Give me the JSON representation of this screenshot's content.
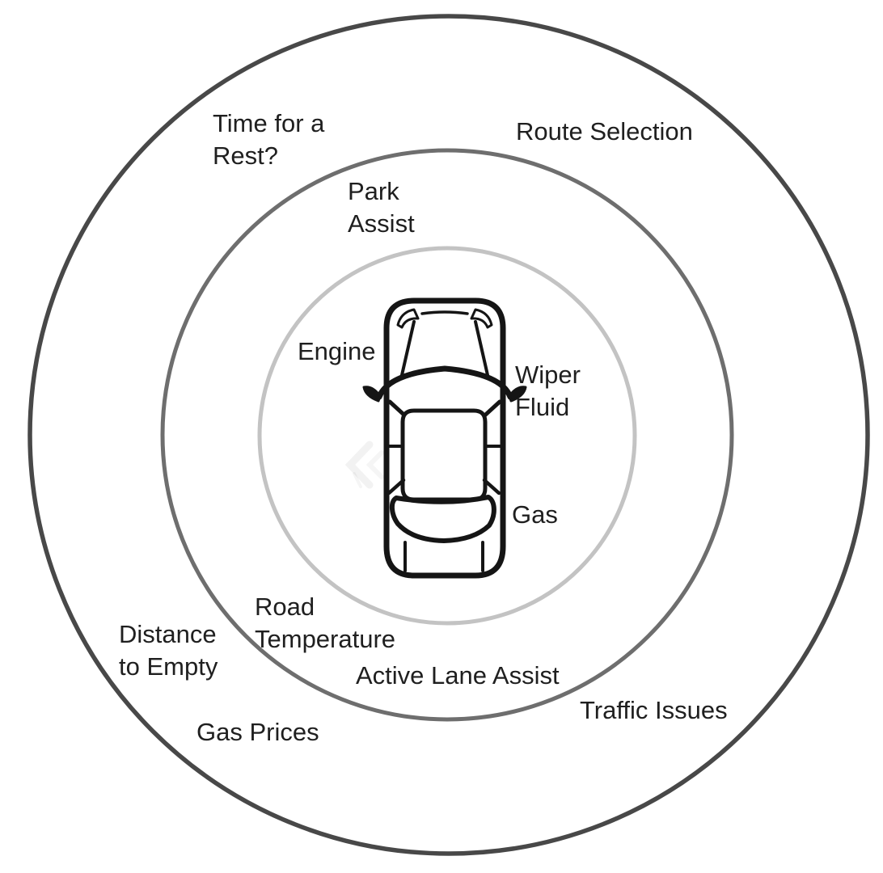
{
  "diagram": {
    "type": "concentric-rings",
    "background_color": "#ffffff",
    "text_color": "#1f1f1f",
    "center": {
      "icon": "car-top-view"
    },
    "rings": [
      {
        "name": "inner",
        "stroke_color": "#c3c3c3",
        "labels": {
          "engine": "Engine",
          "wiper_fluid": "Wiper\nFluid",
          "gas": "Gas"
        }
      },
      {
        "name": "middle",
        "stroke_color": "#6e6e6e",
        "labels": {
          "park_assist": "Park\nAssist",
          "road_temperature": "Road\nTemperature",
          "active_lane_assist": "Active Lane Assist"
        }
      },
      {
        "name": "outer",
        "stroke_color": "#484848",
        "labels": {
          "time_for_a_rest": "Time for a\nRest?",
          "route_selection": "Route Selection",
          "distance_to_empty": "Distance\nto Empty",
          "gas_prices": "Gas Prices",
          "traffic_issues": "Traffic Issues"
        }
      }
    ]
  }
}
